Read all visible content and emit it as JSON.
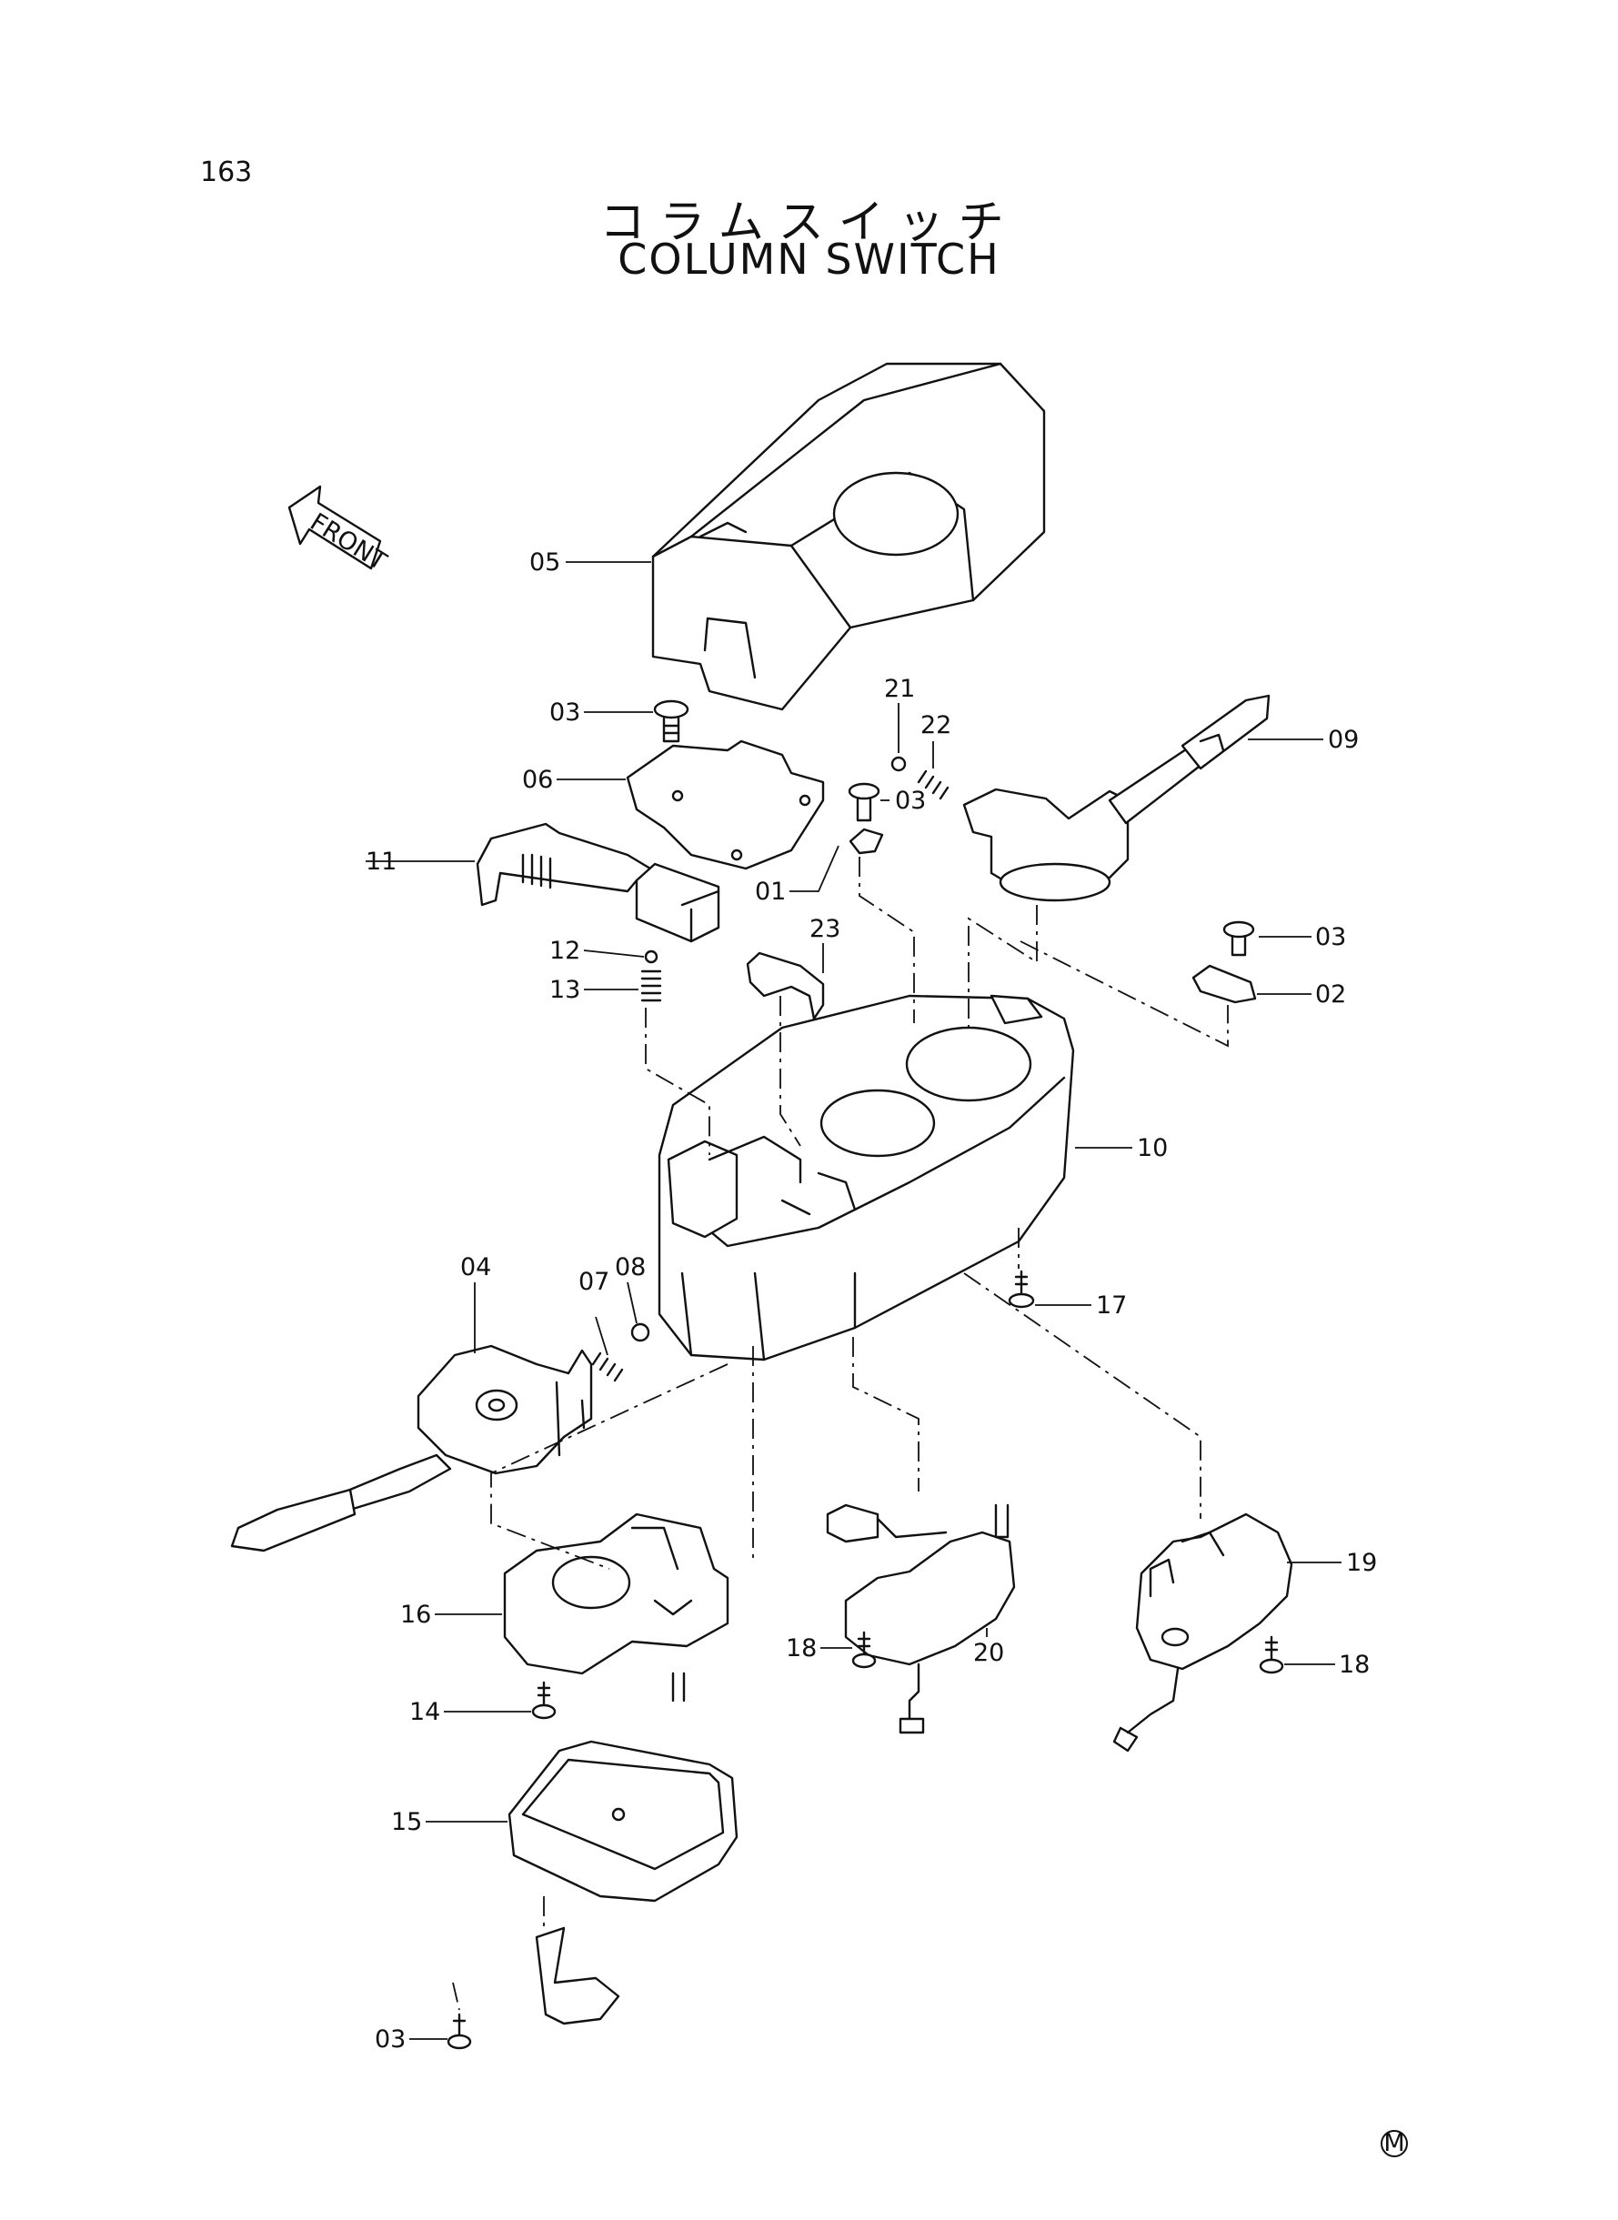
{
  "page_number": "163",
  "title_jp": "コラムスイッチ",
  "title_en": "COLUMN SWITCH",
  "front_arrow_label": "FRONT",
  "manufacturer_mark": "M",
  "callouts": {
    "c05": "05",
    "c03a": "03",
    "c06": "06",
    "c11": "11",
    "c21": "21",
    "c22": "22",
    "c09": "09",
    "c03b": "03",
    "c01": "01",
    "c23": "23",
    "c12": "12",
    "c13": "13",
    "c03c": "03",
    "c02": "02",
    "c10": "10",
    "c04": "04",
    "c07": "07",
    "c08": "08",
    "c17": "17",
    "c16": "16",
    "c14": "14",
    "c18a": "18",
    "c20": "20",
    "c19": "19",
    "c18b": "18",
    "c15": "15",
    "c03d": "03"
  }
}
